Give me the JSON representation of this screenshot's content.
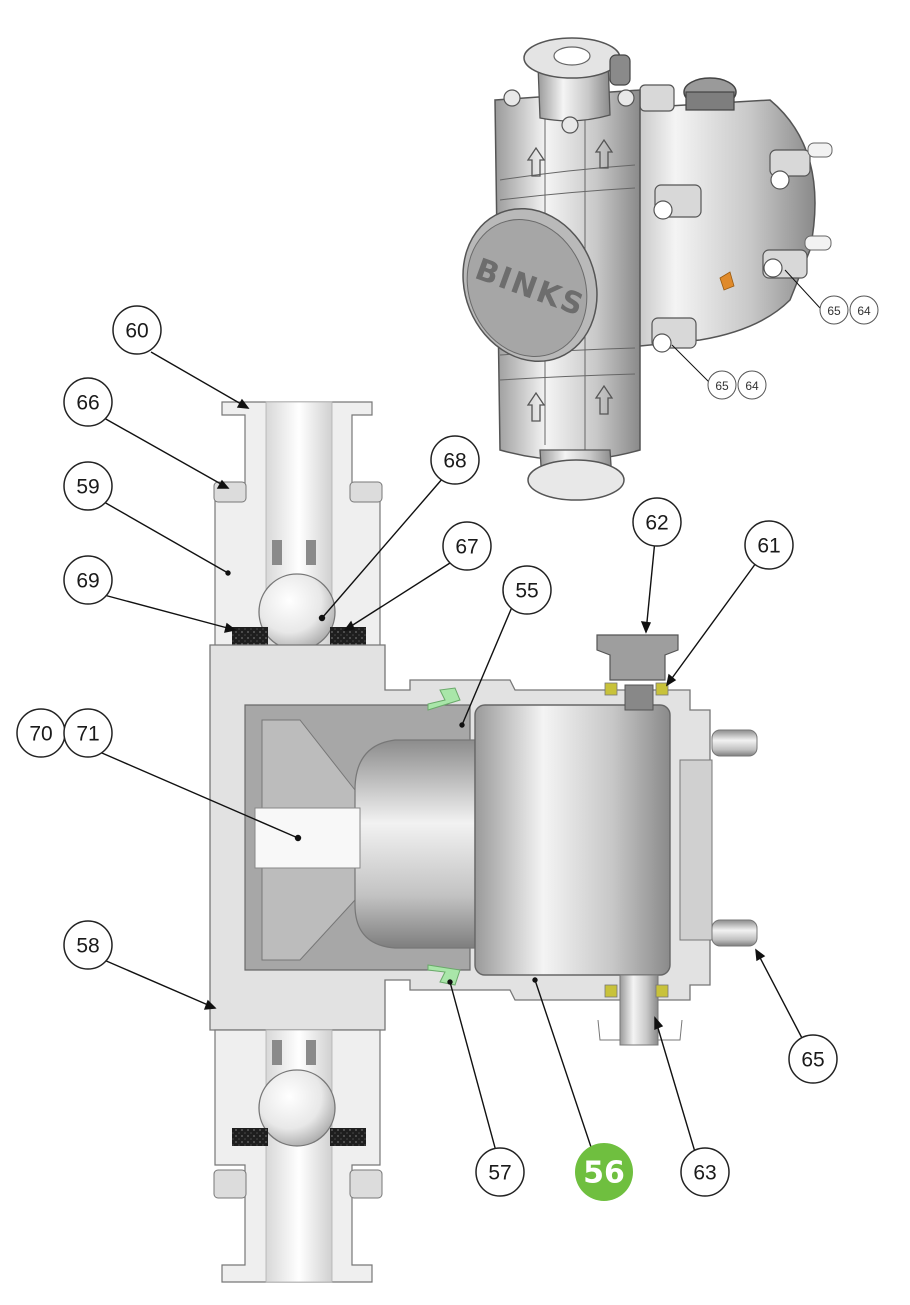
{
  "callouts": [
    {
      "label": "60"
    },
    {
      "label": "66"
    },
    {
      "label": "59"
    },
    {
      "label": "68"
    },
    {
      "label": "67"
    },
    {
      "label": "69"
    },
    {
      "label": "55"
    },
    {
      "label": "62"
    },
    {
      "label": "61"
    },
    {
      "label": "70"
    },
    {
      "label": "71"
    },
    {
      "label": "58"
    },
    {
      "label": "65"
    },
    {
      "label": "57"
    },
    {
      "label": "56"
    },
    {
      "label": "63"
    }
  ],
  "iso_callouts": [
    {
      "a": "65",
      "b": "64"
    },
    {
      "a": "65",
      "b": "64"
    }
  ],
  "brand_logo": "BINKS",
  "colors": {
    "highlight": "#6fbf3f",
    "seal_green": "#a9e6a9",
    "seal_yellow": "#c8c23a",
    "metal_light": "#e6e6e6",
    "metal_mid": "#b4b4b4",
    "metal_dark": "#7a7a7a",
    "gasket": "#1e1e1e"
  }
}
